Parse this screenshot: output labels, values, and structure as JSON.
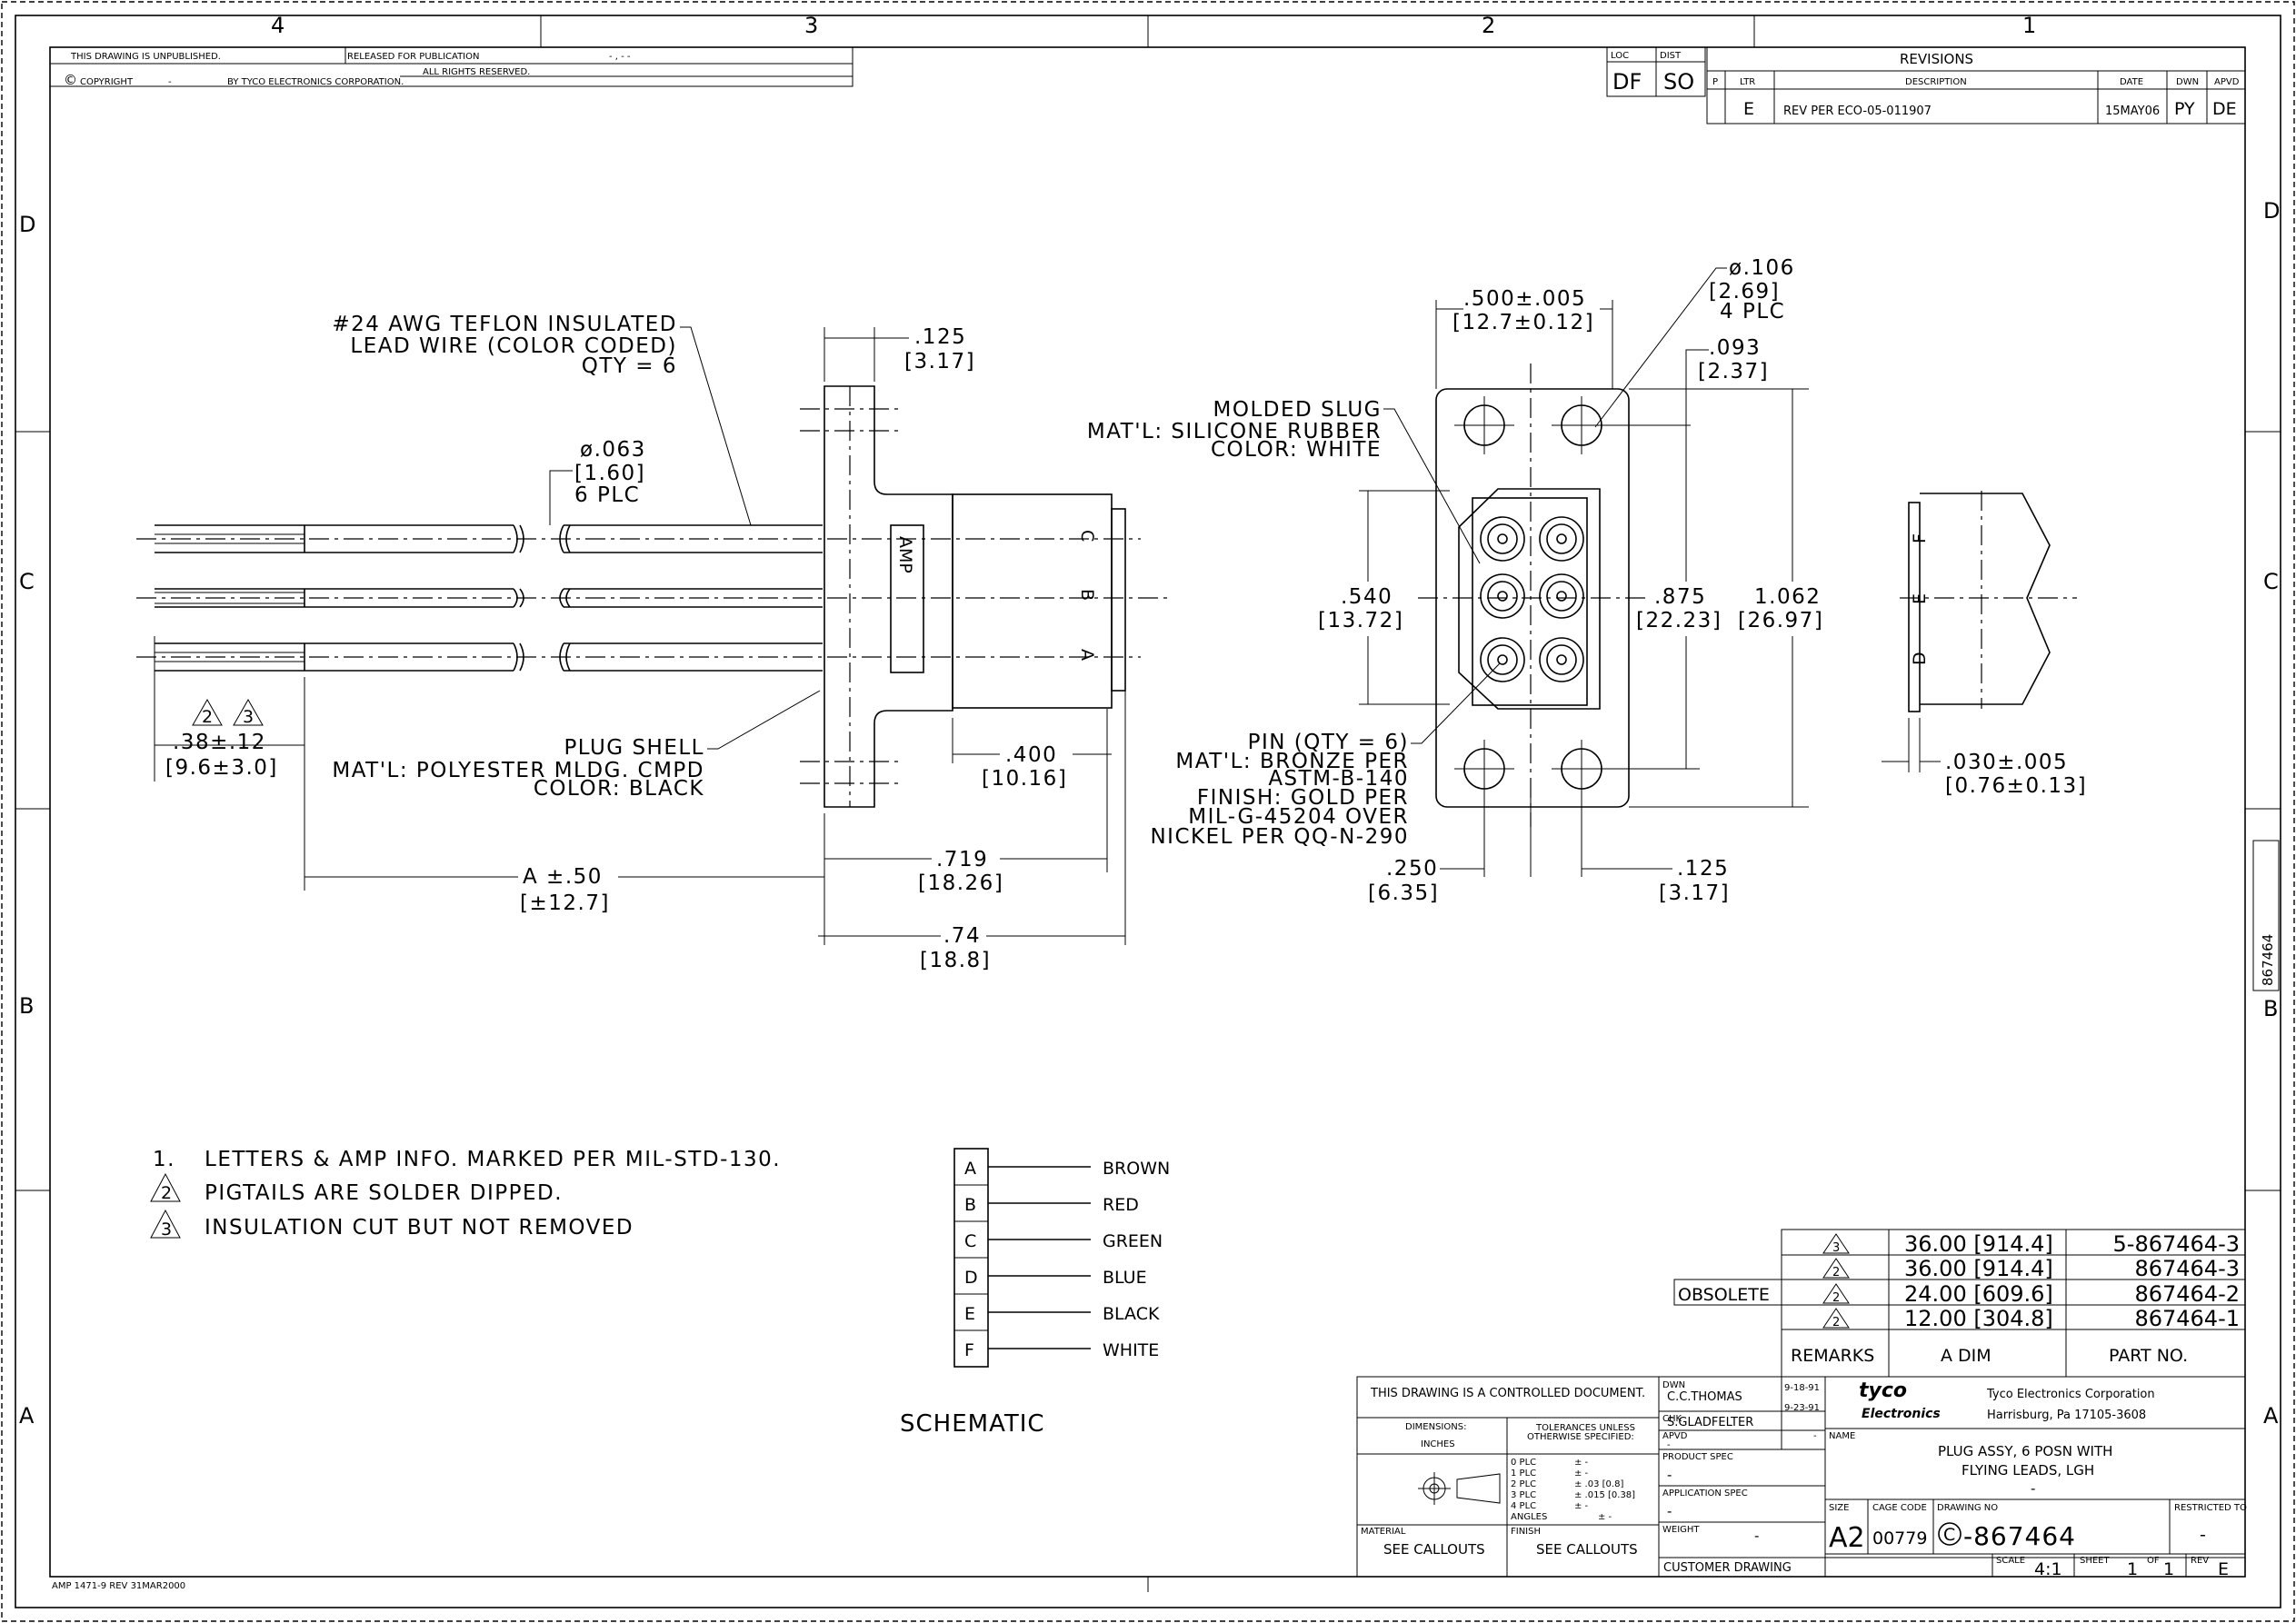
{
  "border": {
    "zones_top": [
      "4",
      "3",
      "2",
      "1"
    ],
    "zones_side": [
      "D",
      "C",
      "B",
      "A"
    ],
    "side_stamp": "867464",
    "form_id": "AMP 1471-9 REV 31MAR2000"
  },
  "header": {
    "unpublished": "THIS DRAWING IS UNPUBLISHED.",
    "released": "RELEASED FOR PUBLICATION",
    "released_value": "- , -   -",
    "copyright_symbol": "©",
    "copyright": "COPYRIGHT",
    "copyright_dash": "-",
    "copyright_by": "BY TYCO ELECTRONICS CORPORATION.",
    "rights": "ALL RIGHTS RESERVED."
  },
  "loc_dist": {
    "loc_label": "LOC",
    "dist_label": "DIST",
    "loc": "DF",
    "dist": "SO"
  },
  "revisions": {
    "title": "REVISIONS",
    "columns": [
      "P",
      "LTR",
      "DESCRIPTION",
      "DATE",
      "DWN",
      "APVD"
    ],
    "rows": [
      {
        "ltr": "E",
        "description": "REV PER ECO-05-011907",
        "date": "15MAY06",
        "dwn": "PY",
        "apvd": "DE"
      }
    ]
  },
  "side_view": {
    "wire_note": [
      "#24 AWG TEFLON INSULATED",
      "LEAD WIRE (COLOR CODED)",
      "QTY = 6"
    ],
    "dia_063": [
      "ø.063",
      "[1.60]",
      "6 PLC"
    ],
    "dim_125": [
      ".125",
      "[3.17]"
    ],
    "amp_marking": "AMP",
    "letters": [
      "C",
      "B",
      "A"
    ],
    "strip": [
      ".38±.12",
      "[9.6±3.0]"
    ],
    "strip_notes": [
      "2",
      "3"
    ],
    "shell_note": [
      "PLUG SHELL",
      "MAT'L: POLYESTER MLDG. CMPD",
      "COLOR: BLACK"
    ],
    "dim_400": [
      ".400",
      "[10.16]"
    ],
    "dim_a": [
      "A ±.50",
      "[±12.7]"
    ],
    "dim_719": [
      ".719",
      "[18.26]"
    ],
    "dim_74": [
      ".74",
      "[18.8]"
    ]
  },
  "front_view": {
    "dim_500": [
      ".500±.005",
      "[12.7±0.12]"
    ],
    "dia_106": [
      "ø.106",
      "[2.69]",
      "4 PLC"
    ],
    "dim_093": [
      ".093",
      "[2.37]"
    ],
    "slug_note": [
      "MOLDED SLUG",
      "MAT'L: SILICONE RUBBER",
      "COLOR: WHITE"
    ],
    "dim_540": [
      ".540",
      "[13.72]"
    ],
    "dim_875": [
      ".875",
      "[22.23]"
    ],
    "dim_1062": [
      "1.062",
      "[26.97]"
    ],
    "pin_note": [
      "PIN (QTY = 6)",
      "MAT'L: BRONZE PER",
      "ASTM-B-140",
      "FINISH: GOLD PER",
      "MIL-G-45204 OVER",
      "NICKEL PER QQ-N-290"
    ],
    "dim_250": [
      ".250",
      "[6.35]"
    ],
    "dim_125b": [
      ".125",
      "[3.17]"
    ]
  },
  "rear_view": {
    "letters": [
      "F",
      "E",
      "D"
    ],
    "dim_030": [
      ".030±.005",
      "[0.76±0.13]"
    ]
  },
  "notes": [
    {
      "marker": "1.",
      "text": "LETTERS & AMP INFO. MARKED PER MIL-STD-130."
    },
    {
      "marker": "2",
      "text": "PIGTAILS ARE SOLDER DIPPED."
    },
    {
      "marker": "3",
      "text": "INSULATION CUT BUT NOT REMOVED"
    }
  ],
  "schematic": {
    "title": "SCHEMATIC",
    "rows": [
      {
        "pin": "A",
        "color": "BROWN"
      },
      {
        "pin": "B",
        "color": "RED"
      },
      {
        "pin": "C",
        "color": "GREEN"
      },
      {
        "pin": "D",
        "color": "BLUE"
      },
      {
        "pin": "E",
        "color": "BLACK"
      },
      {
        "pin": "F",
        "color": "WHITE"
      }
    ]
  },
  "dim_table": {
    "obsolete": "OBSOLETE",
    "rows": [
      {
        "note": "3",
        "dim": "36.00 [914.4]",
        "part": "5-867464-3"
      },
      {
        "note": "2",
        "dim": "36.00 [914.4]",
        "part": "867464-3"
      },
      {
        "note": "2",
        "dim": "24.00 [609.6]",
        "part": "867464-2"
      },
      {
        "note": "2",
        "dim": "12.00 [304.8]",
        "part": "867464-1"
      }
    ],
    "headers": [
      "REMARKS",
      "A DIM",
      "PART NO."
    ]
  },
  "title_block": {
    "controlled": "THIS DRAWING IS A CONTROLLED DOCUMENT.",
    "dimensions": "DIMENSIONS:",
    "inches": "INCHES",
    "tol_title": [
      "TOLERANCES UNLESS",
      "OTHERWISE SPECIFIED:"
    ],
    "tol_rows": [
      {
        "plc": "0 PLC",
        "val": "± -"
      },
      {
        "plc": "1 PLC",
        "val": "± -"
      },
      {
        "plc": "2 PLC",
        "val": "± .03 [0.8]"
      },
      {
        "plc": "3 PLC",
        "val": "± .015 [0.38]"
      },
      {
        "plc": "4 PLC",
        "val": "± -"
      },
      {
        "plc": "ANGLES",
        "val": "± -"
      }
    ],
    "material_label": "MATERIAL",
    "material": "SEE CALLOUTS",
    "finish_label": "FINISH",
    "finish": "SEE CALLOUTS",
    "dwn_label": "DWN",
    "dwn": "C.C.THOMAS",
    "dwn_date": "9-18-91",
    "chk_label": "CHK",
    "chk": "S.GLADFELTER",
    "chk_date": "9-23-91",
    "apvd_label": "APVD",
    "apvd": "-",
    "apvd_date": "-",
    "product_spec_label": "PRODUCT SPEC",
    "product_spec": "-",
    "app_spec_label": "APPLICATION SPEC",
    "app_spec": "-",
    "weight_label": "WEIGHT",
    "weight": "-",
    "customer": "CUSTOMER DRAWING",
    "logo_top": "tyco",
    "logo_bottom": "Electronics",
    "company": "Tyco Electronics Corporation",
    "address": "Harrisburg, Pa 17105-3608",
    "name_label": "NAME",
    "name": [
      "PLUG ASSY, 6 POSN WITH",
      "FLYING LEADS, LGH",
      "-"
    ],
    "size_label": "SIZE",
    "size": "A2",
    "cage_label": "CAGE CODE",
    "cage": "00779",
    "dwgno_label": "DRAWING NO",
    "dwg_letter": "C",
    "dwgno": "-867464",
    "restricted_label": "RESTRICTED TO",
    "restricted": "-",
    "scale_label": "SCALE",
    "scale": "4:1",
    "sheet_label": "SHEET",
    "sheet": "1",
    "of_label": "OF",
    "of": "1",
    "rev_label": "REV",
    "rev": "E"
  }
}
